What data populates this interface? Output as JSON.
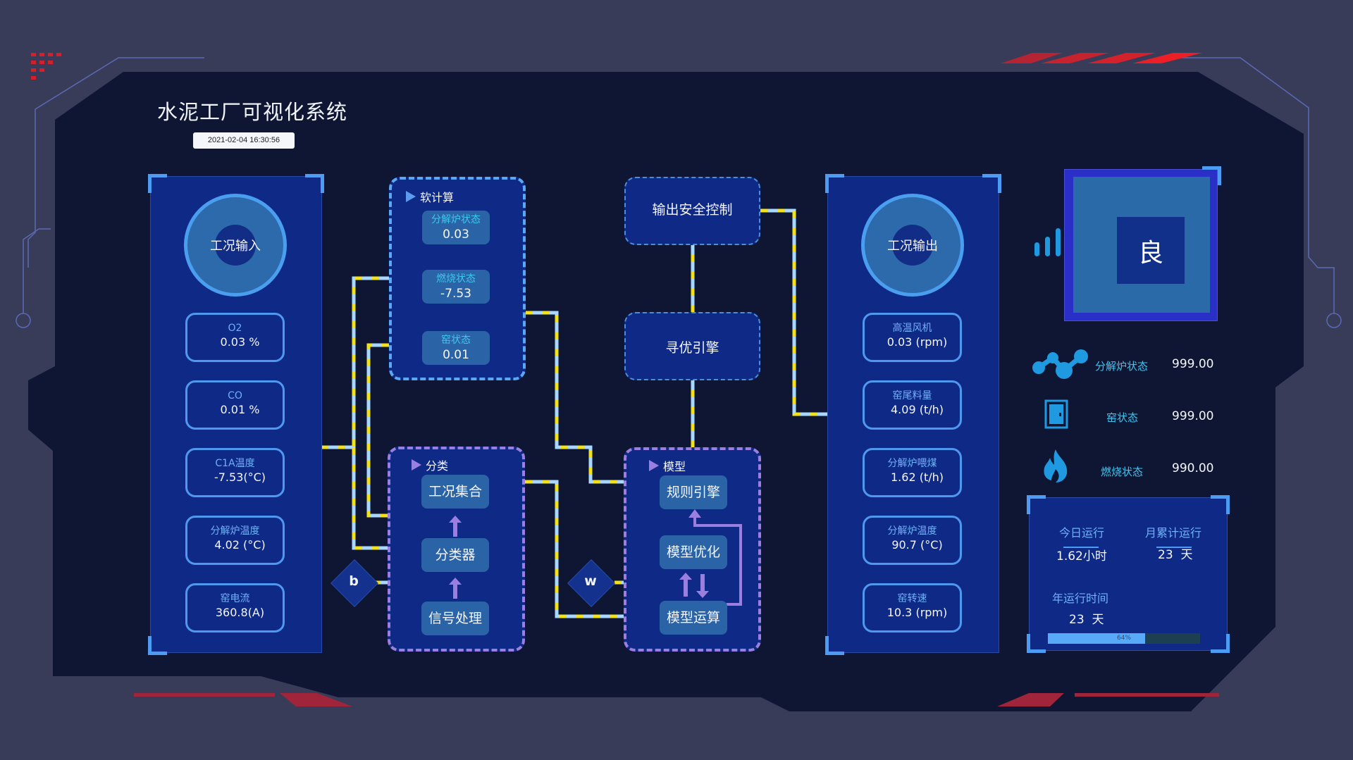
{
  "header": {
    "title": "水泥工厂可视化系统",
    "datetime": "2021-02-04 16:30:56"
  },
  "input_panel": {
    "title": "工况输入",
    "items": [
      {
        "label": "O2",
        "value": "0.03  %"
      },
      {
        "label": "CO",
        "value": "0.01  %"
      },
      {
        "label": "C1A温度",
        "value": "-7.53(°C)"
      },
      {
        "label": "分解炉温度",
        "value": "4.02 (°C)"
      },
      {
        "label": "窑电流",
        "value": "360.8(A)"
      }
    ]
  },
  "soft_calc": {
    "title": "软计算",
    "items": [
      {
        "label": "分解炉状态",
        "value": "0.03"
      },
      {
        "label": "燃烧状态",
        "value": "-7.53"
      },
      {
        "label": "窑状态",
        "value": "0.01"
      }
    ]
  },
  "classify": {
    "title": "分类",
    "steps": [
      "工况集合",
      "分类器",
      "信号处理"
    ]
  },
  "model": {
    "title": "模型",
    "steps": [
      "规则引擎",
      "模型优化",
      "模型运算"
    ]
  },
  "nodes": {
    "b": "b",
    "w": "w",
    "output_safety": "输出安全控制",
    "optimizer": "寻优引擎"
  },
  "output_panel": {
    "title": "工况输出",
    "items": [
      {
        "label": "高温风机",
        "value": "0.03 (rpm)"
      },
      {
        "label": "窑尾料量",
        "value": "4.09  (t/h)"
      },
      {
        "label": "分解炉喂煤",
        "value": "1.62  (t/h)"
      },
      {
        "label": "分解炉温度",
        "value": "90.7  (°C)"
      },
      {
        "label": "窑转速",
        "value": "10.3  (rpm)"
      }
    ]
  },
  "grade": {
    "value": "良",
    "signal_icon": "signal-bars-icon"
  },
  "status_list": [
    {
      "icon": "molecule-icon",
      "label": "分解炉状态",
      "value": "999.00"
    },
    {
      "icon": "door-icon",
      "label": "窑状态",
      "value": "999.00"
    },
    {
      "icon": "flame-icon",
      "label": "燃烧状态",
      "value": "990.00"
    }
  ],
  "runtime": {
    "today_label": "今日运行",
    "today_value": "1.62小时",
    "month_label": "月累计运行",
    "month_value": "23  天",
    "year_label": "年运行时间",
    "year_value": "23  天",
    "progress_percent": 64,
    "progress_label": "64%"
  },
  "colors": {
    "background": "#393c58",
    "stage": "#0f1633",
    "panel": "#0f2a86",
    "accent": "#4b9cf2",
    "flow_yellow": "#f2e21a",
    "flow_line": "#a8d8ff",
    "purple": "#9a7fe0",
    "decor_red": "#e0232c"
  }
}
